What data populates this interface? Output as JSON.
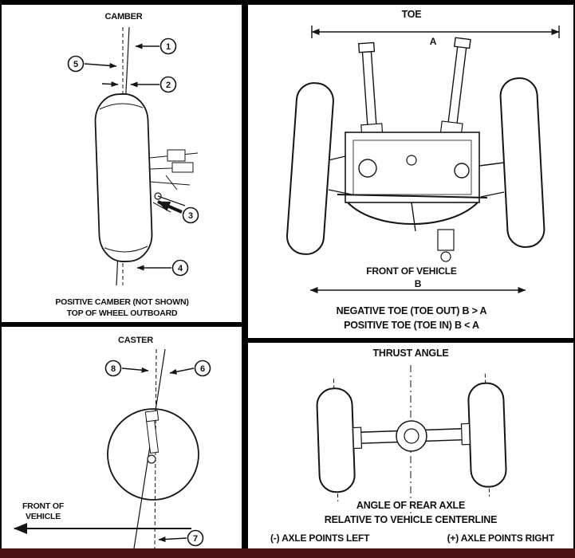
{
  "camber": {
    "title": "CAMBER",
    "callouts": {
      "c1": "1",
      "c2": "2",
      "c3": "3",
      "c4": "4",
      "c5": "5"
    },
    "caption1": "POSITIVE CAMBER (NOT SHOWN)",
    "caption2": "TOP OF WHEEL OUTBOARD"
  },
  "toe": {
    "title": "TOE",
    "dim_top": "A",
    "dim_bottom": "B",
    "front_label": "FRONT OF VEHICLE",
    "caption1": "NEGATIVE TOE (TOE OUT) B > A",
    "caption2": "POSITIVE TOE (TOE IN) B < A"
  },
  "caster": {
    "title": "CASTER",
    "callouts": {
      "c6": "6",
      "c7": "7",
      "c8": "8"
    },
    "front_label_line1": "FRONT OF",
    "front_label_line2": "VEHICLE"
  },
  "thrust": {
    "title": "THRUST ANGLE",
    "caption1": "ANGLE OF REAR AXLE",
    "caption2": "RELATIVE TO VEHICLE CENTERLINE",
    "caption_left": "(-) AXLE POINTS LEFT",
    "caption_right": "(+) AXLE POINTS RIGHT"
  },
  "colors": {
    "bottom_bar": "#4a1010",
    "divider": "#000000"
  }
}
